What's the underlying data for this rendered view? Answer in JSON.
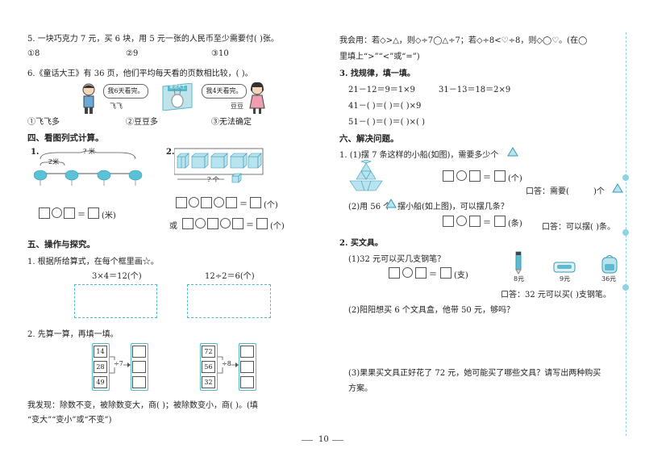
{
  "left": {
    "q5": {
      "text": "5. 一块巧克力 7 元，买 6 块，用 5 元一张的人民币至少需要付(     )张。",
      "options": [
        "①8",
        "②9",
        "③10"
      ]
    },
    "q6": {
      "text": "6.《童话大王》有 36 页，他们平均每天看的页数相比较，(     )。",
      "bubble_left": "我6天看完。",
      "book_title": "童话大王",
      "bubble_right": "我4天看完。",
      "name_left": "飞飞",
      "name_right": "豆豆",
      "options": [
        "①飞飞多",
        "②豆豆多",
        "③无法确定"
      ]
    },
    "sec4": {
      "title": "四、看图列式计算。",
      "p1": {
        "num": "1.",
        "top_label": "? 米",
        "seg_label": "2米",
        "unit": "(米)"
      },
      "p2": {
        "num": "2.",
        "q_label": "? 个",
        "unit1": "(个)",
        "or": "或",
        "unit2": "(个)"
      }
    },
    "sec5": {
      "title": "五、操作与探究。",
      "q1": {
        "text": "1. 根据所给算式，在每个框里画☆。",
        "eq1": "3×4＝12(个)",
        "eq2": "12÷2＝6(个)"
      },
      "q2": {
        "text": "2. 先算一算，再填一填。",
        "g1": {
          "inputs": [
            "14",
            "28",
            "49"
          ],
          "op": "÷7"
        },
        "g2": {
          "inputs": [
            "72",
            "56",
            "32"
          ],
          "op": "÷8"
        }
      },
      "found": [
        "我发现：除数不变，被除数变大，商(      )；被除数变小，商(      )。(填",
        "“变大”“变小”或“不变”)"
      ]
    }
  },
  "right": {
    "top": [
      "我会用：若◇>△，则◇÷7◯△÷7；若◇÷8<♡÷8，则◇◯♡。(在◯",
      "里填上“>”“<”或“=”)"
    ],
    "q3": {
      "title": "3. 找规律，填一填。",
      "rows": [
        [
          "21－12＝9＝1×9",
          "31－13＝18＝2×9"
        ],
        [
          "41－(      )＝(      )＝(      )×9",
          ""
        ],
        [
          "51－(      )＝(      )＝(      )×(      )",
          ""
        ]
      ]
    },
    "sec6": {
      "title": "六、解决问题。",
      "q1": {
        "text1": "1. (1)摆 7 条这样的小船(如图)，需要多少个",
        "unit1": "(个)",
        "ans1a": "口答：需要(",
        "ans1b": ")个",
        "text2": "(2)用 56 个",
        "text2b": "摆小船(如上图)，可以摆几条？",
        "unit2": "(条)",
        "ans2": "口答：可以摆(      )条。"
      },
      "q2": {
        "title": "2. 买文具。",
        "sub1": "(1)32 元可以买几支钢笔？",
        "prices": [
          "8元",
          "9元",
          "36元"
        ],
        "unit": "(支)",
        "ans": "口答：32 元可以买(      )支钢笔。",
        "sub2": "(2)阳阳想买 6 个文具盒，他带 50 元，够吗？",
        "sub3": [
          "(3)果果买文具正好花了 72 元，她可能买了哪些文具？请写出两种购买",
          "方案。"
        ]
      }
    }
  },
  "page_number": "10",
  "colors": {
    "accent": "#55b8cc",
    "text": "#222222"
  }
}
